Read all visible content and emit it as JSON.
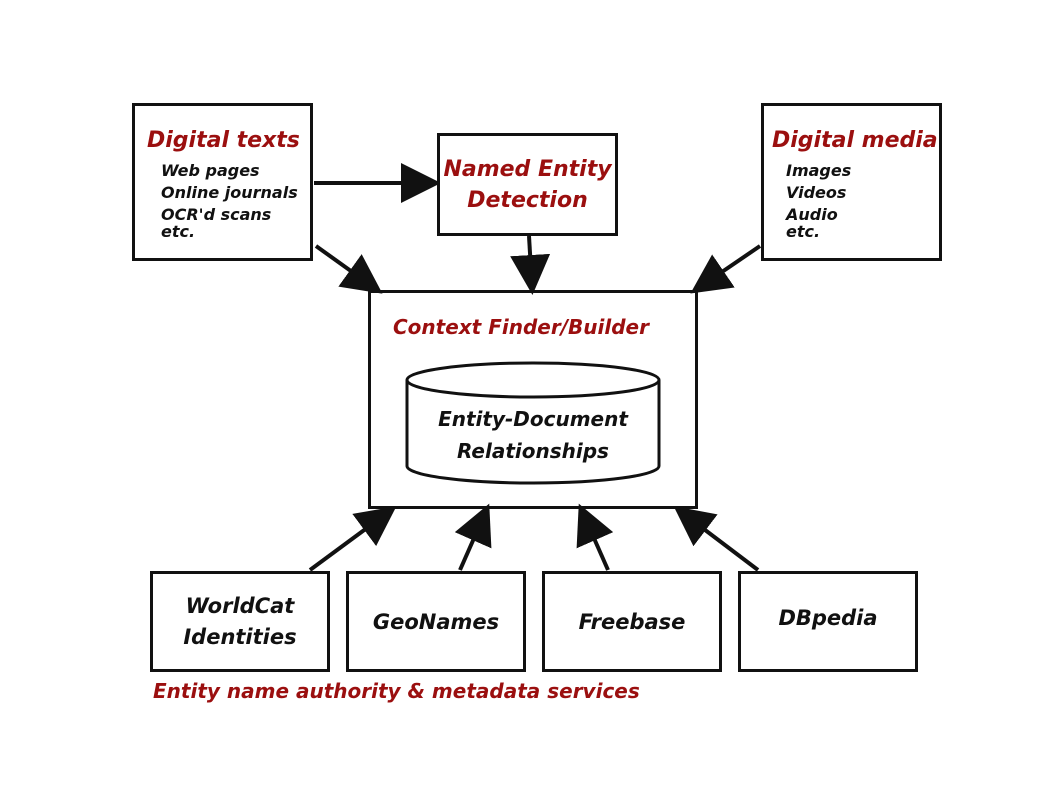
{
  "digital_texts": {
    "title": "Digital texts",
    "items": [
      "Web pages",
      "Online journals",
      "OCR'd scans",
      "etc."
    ]
  },
  "ner": {
    "line1": "Named Entity",
    "line2": "Detection"
  },
  "digital_media": {
    "title": "Digital media",
    "items": [
      "Images",
      "Videos",
      "Audio",
      "etc."
    ]
  },
  "context": {
    "title": "Context Finder/Builder",
    "db_line1": "Entity-Document",
    "db_line2": "Relationships"
  },
  "services": [
    {
      "line1": "WorldCat",
      "line2": "Identities"
    },
    {
      "line1": "GeoNames",
      "line2": ""
    },
    {
      "line1": "Freebase",
      "line2": ""
    },
    {
      "line1": "DBpedia",
      "line2": ""
    }
  ],
  "footer": "Entity name authority & metadata services",
  "colors": {
    "accent": "#9b0f0f",
    "stroke": "#111111"
  }
}
